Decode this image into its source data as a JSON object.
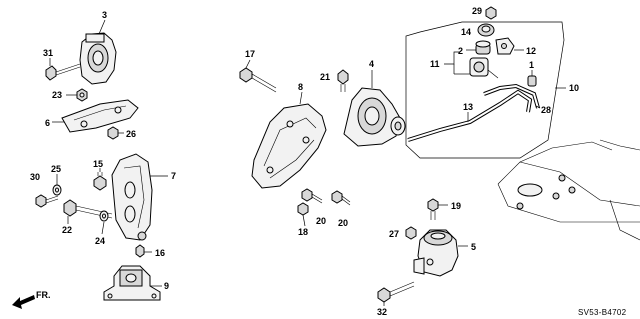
{
  "callouts": {
    "n1": "1",
    "n2": "2",
    "n3": "3",
    "n4": "4",
    "n5": "5",
    "n6": "6",
    "n7": "7",
    "n8": "8",
    "n9": "9",
    "n10": "10",
    "n11": "11",
    "n12": "12",
    "n13": "13",
    "n14": "14",
    "n15": "15",
    "n16": "16",
    "n17": "17",
    "n18": "18",
    "n19": "19",
    "n20a": "20",
    "n20b": "20",
    "n21": "21",
    "n22": "22",
    "n23": "23",
    "n24": "24",
    "n25": "25",
    "n26": "26",
    "n27": "27",
    "n28": "28",
    "n29": "29",
    "n30": "30",
    "n31": "31",
    "n32": "32"
  },
  "direction_label": "FR.",
  "diagram_code": "SV53-B4702"
}
